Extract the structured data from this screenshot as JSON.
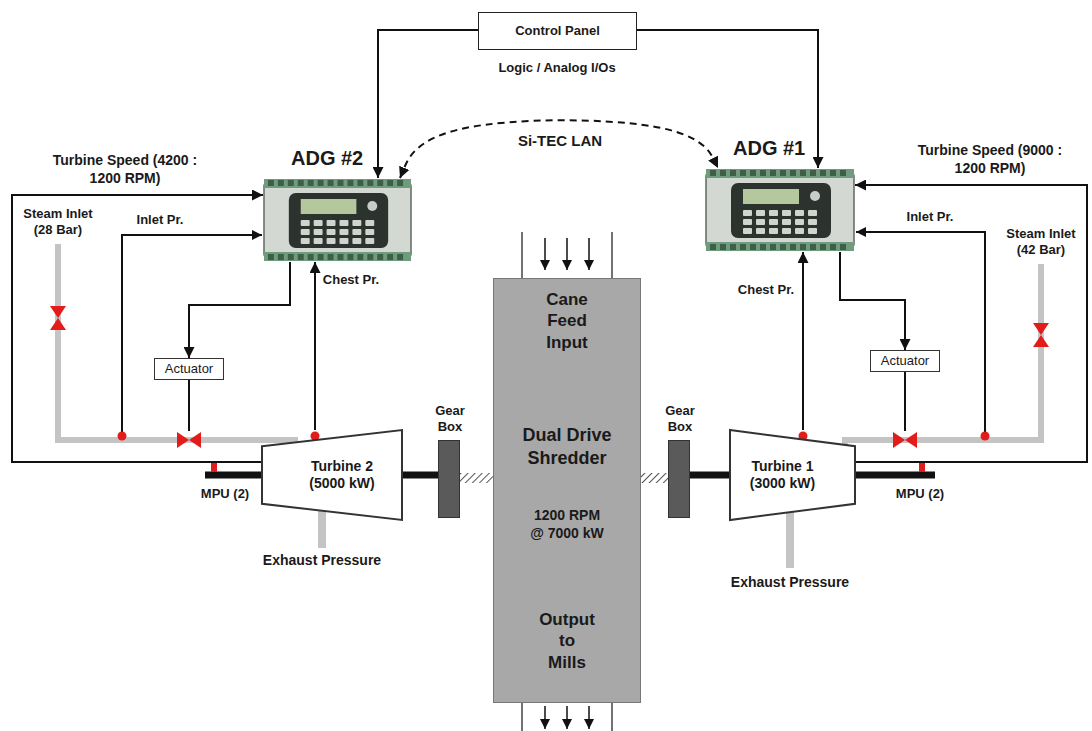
{
  "diagram": {
    "nodes": [
      {
        "text": [
          "Control Panel"
        ]
      },
      {
        "text": [
          "ADG #2"
        ]
      },
      {
        "text": [
          "ADG #1"
        ]
      },
      {
        "text": [
          "Actuator"
        ]
      },
      {
        "text": [
          "Actuator"
        ]
      },
      {
        "text": [
          "Turbine 2 (5000 kW)"
        ]
      },
      {
        "text": [
          "Gear Box"
        ]
      },
      {
        "text": [
          "Cane Feed Input",
          "Dual Drive Shredder",
          "1200 RPM @ 7000 kW",
          "Output to Mills"
        ]
      },
      {
        "text": [
          "Gear Box"
        ]
      },
      {
        "text": [
          "Turbine 1 (3000 kW)"
        ]
      }
    ],
    "edges": [
      {
        "from": 0,
        "to": 1,
        "arrow": "to"
      },
      {
        "from": 0,
        "to": 2,
        "arrow": "to"
      },
      {
        "from": 1,
        "to": 2,
        "label": "Si-TEC LAN",
        "arrow": "both"
      },
      {
        "from": 1,
        "to": 3,
        "arrow": "to"
      },
      {
        "from": 2,
        "to": 4,
        "arrow": "to"
      },
      {
        "from": 5,
        "to": 1,
        "label": "Chest Pr.",
        "arrow": "to"
      },
      {
        "from": 9,
        "to": 2,
        "label": "Chest Pr.",
        "arrow": "to"
      },
      {
        "from": 5,
        "to": 1,
        "label": "Turbine Speed (4200 : 1200 RPM)",
        "arrow": "to"
      },
      {
        "from": 9,
        "to": 2,
        "label": "Turbine Speed (9000 : 1200 RPM)",
        "arrow": "to"
      },
      {
        "from": 5,
        "to": 6,
        "arrow": "none"
      },
      {
        "from": 6,
        "to": 7,
        "arrow": "none"
      },
      {
        "from": 7,
        "to": 8,
        "arrow": "none"
      },
      {
        "from": 8,
        "to": 9,
        "arrow": "none"
      }
    ],
    "labels": [
      "Logic / Analog I/Os",
      "Steam Inlet (28 Bar)",
      "Inlet Pr.",
      "MPU (2)",
      "Exhaust Pressure",
      "Steam Inlet (42 Bar)",
      "Inlet Pr.",
      "MPU (2)",
      "Exhaust Pressure"
    ]
  }
}
